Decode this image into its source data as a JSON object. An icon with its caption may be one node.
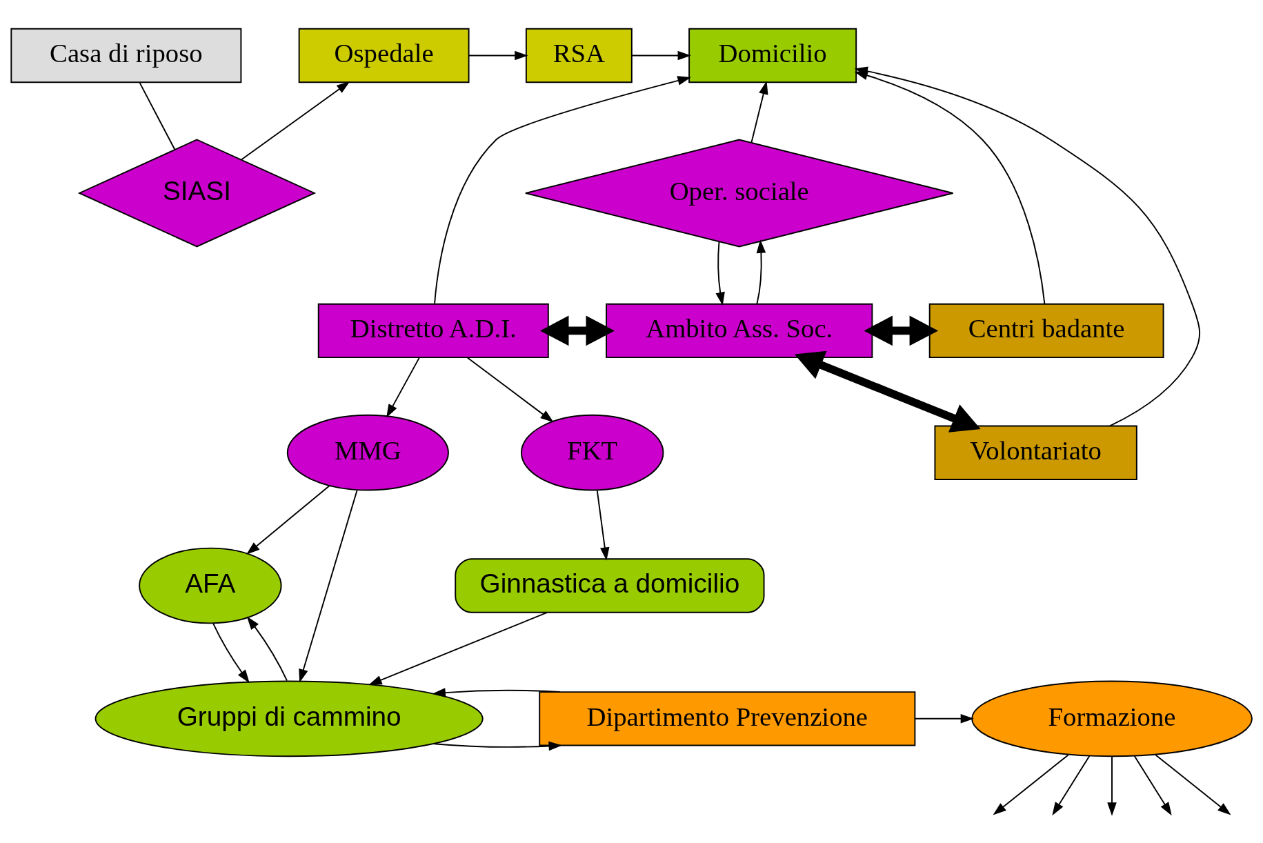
{
  "diagram": {
    "nodes": [
      {
        "text": [
          "Casa di riposo"
        ]
      },
      {
        "text": [
          "Ospedale"
        ]
      },
      {
        "text": [
          "RSA"
        ]
      },
      {
        "text": [
          "Domicilio"
        ]
      },
      {
        "text": [
          "SIASI"
        ]
      },
      {
        "text": [
          "Distretto A.D.I."
        ]
      },
      {
        "text": [
          "Ambito Ass. Soc."
        ]
      },
      {
        "text": [
          "Oper. sociale"
        ]
      },
      {
        "text": [
          "Centri badante"
        ]
      },
      {
        "text": [
          "MMG"
        ]
      },
      {
        "text": [
          "FKT"
        ]
      },
      {
        "text": [
          "AFA"
        ]
      },
      {
        "text": [
          "Ginnastica a domicilio"
        ]
      },
      {
        "text": [
          "Volontariato"
        ]
      },
      {
        "text": [
          "Gruppi di cammino"
        ]
      },
      {
        "text": [
          "Dipartimento Prevenzione"
        ]
      },
      {
        "text": [
          "Formazione"
        ]
      }
    ],
    "edges": [
      {
        "from": 0,
        "to": 4,
        "arrow": "none"
      },
      {
        "from": 4,
        "to": 1,
        "arrow": "to"
      },
      {
        "from": 1,
        "to": 2,
        "arrow": "to"
      },
      {
        "from": 2,
        "to": 3,
        "arrow": "to"
      },
      {
        "from": 5,
        "to": 3,
        "arrow": "to"
      },
      {
        "from": 5,
        "to": 6,
        "arrow": "both",
        "style": "thick"
      },
      {
        "from": 6,
        "to": 7,
        "arrow": "to"
      },
      {
        "from": 7,
        "to": 6,
        "arrow": "to"
      },
      {
        "from": 7,
        "to": 3,
        "arrow": "to"
      },
      {
        "from": 8,
        "to": 3,
        "arrow": "to"
      },
      {
        "from": 6,
        "to": 8,
        "arrow": "both",
        "style": "thick"
      },
      {
        "from": 6,
        "to": 13,
        "arrow": "both",
        "style": "thick"
      },
      {
        "from": 13,
        "to": 3,
        "arrow": "to"
      },
      {
        "from": 5,
        "to": 9,
        "arrow": "to"
      },
      {
        "from": 5,
        "to": 10,
        "arrow": "to"
      },
      {
        "from": 9,
        "to": 11,
        "arrow": "to"
      },
      {
        "from": 9,
        "to": 14,
        "arrow": "to"
      },
      {
        "from": 10,
        "to": 12,
        "arrow": "to"
      },
      {
        "from": 12,
        "to": 14,
        "arrow": "to"
      },
      {
        "from": 11,
        "to": 14,
        "arrow": "to"
      },
      {
        "from": 14,
        "to": 11,
        "arrow": "to"
      },
      {
        "from": 14,
        "to": 15,
        "arrow": "to"
      },
      {
        "from": 15,
        "to": 14,
        "arrow": "to"
      },
      {
        "from": 15,
        "to": 16,
        "arrow": "to"
      },
      {
        "from": 16,
        "to": null,
        "arrow": "to"
      },
      {
        "from": 16,
        "to": null,
        "arrow": "to"
      },
      {
        "from": 16,
        "to": null,
        "arrow": "to"
      },
      {
        "from": 16,
        "to": null,
        "arrow": "to"
      },
      {
        "from": 16,
        "to": null,
        "arrow": "to"
      }
    ]
  }
}
